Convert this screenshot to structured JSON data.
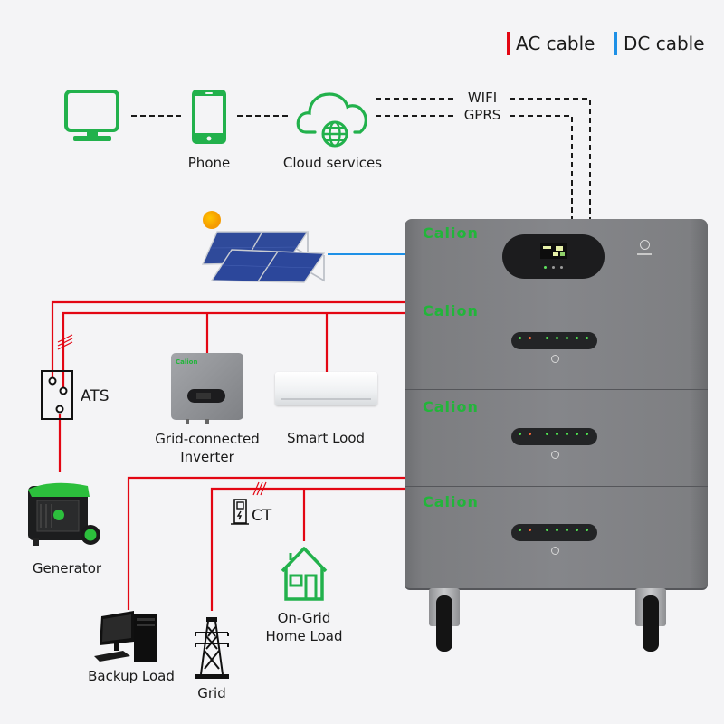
{
  "legend": {
    "items": [
      {
        "label": "AC cable",
        "color": "#e30613"
      },
      {
        "label": "DC cable",
        "color": "#1e90e6"
      }
    ]
  },
  "colors": {
    "ac": "#e30613",
    "dc": "#1e90e6",
    "icon_green": "#22b14c",
    "dashed": "#1a1a1a"
  },
  "communication": {
    "computer_icon": "monitor-icon",
    "phone": {
      "label": "Phone",
      "icon": "smartphone-icon"
    },
    "cloud": {
      "label": "Cloud services",
      "icon": "cloud-globe-icon"
    },
    "links": [
      "WIFI",
      "GPRS"
    ]
  },
  "system": {
    "brand": "Calion",
    "modules": [
      {
        "type": "inverter",
        "brand": "Calion"
      },
      {
        "type": "battery",
        "brand": "Calion"
      },
      {
        "type": "battery",
        "brand": "Calion"
      },
      {
        "type": "battery",
        "brand": "Calion"
      }
    ]
  },
  "components": {
    "solar": {
      "icon": "solar-panel-icon"
    },
    "ats": {
      "label": "ATS"
    },
    "grid_inverter": {
      "label_line1": "Grid-connected",
      "label_line2": "Inverter",
      "brand": "Calion"
    },
    "smart_load": {
      "label": "Smart Lood"
    },
    "generator": {
      "label": "Generator"
    },
    "ct": {
      "label": "CT"
    },
    "home_load": {
      "label_line1": "On-Grid",
      "label_line2": "Home Load"
    },
    "backup_load": {
      "label": "Backup Load"
    },
    "grid": {
      "label": "Grid"
    }
  }
}
